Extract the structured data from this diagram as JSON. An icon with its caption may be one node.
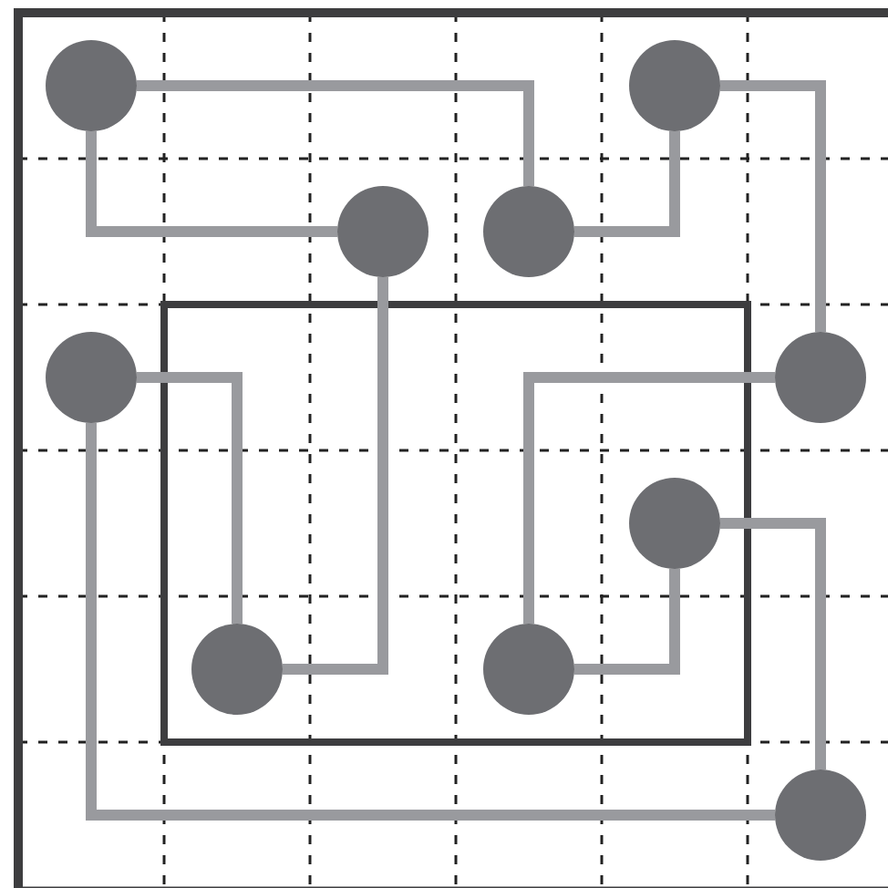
{
  "diagram": {
    "nodes": [
      {
        "text": [],
        "shape": "circle"
      },
      {
        "text": [],
        "shape": "circle"
      },
      {
        "text": [],
        "shape": "circle"
      },
      {
        "text": [],
        "shape": "circle"
      },
      {
        "text": [],
        "shape": "circle"
      },
      {
        "text": [],
        "shape": "circle"
      },
      {
        "text": [],
        "shape": "circle"
      },
      {
        "text": [],
        "shape": "circle"
      },
      {
        "text": [],
        "shape": "circle"
      },
      {
        "text": [],
        "shape": "circle"
      }
    ],
    "edges": [
      {
        "from": 0,
        "to": 3,
        "arrow": "none"
      },
      {
        "from": 3,
        "to": 1,
        "arrow": "none"
      },
      {
        "from": 1,
        "to": 5,
        "arrow": "none"
      },
      {
        "from": 5,
        "to": 8,
        "arrow": "none"
      },
      {
        "from": 8,
        "to": 6,
        "arrow": "none"
      },
      {
        "from": 6,
        "to": 9,
        "arrow": "none"
      },
      {
        "from": 9,
        "to": 4,
        "arrow": "none"
      },
      {
        "from": 4,
        "to": 7,
        "arrow": "none"
      },
      {
        "from": 7,
        "to": 2,
        "arrow": "none"
      },
      {
        "from": 2,
        "to": 0,
        "arrow": "none"
      }
    ]
  }
}
